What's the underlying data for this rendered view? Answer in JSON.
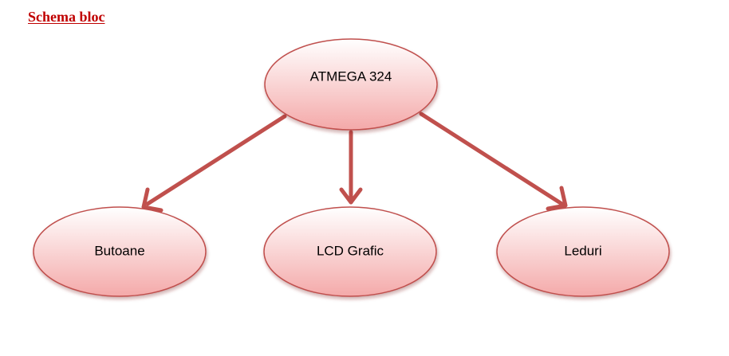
{
  "heading": {
    "text": "Schema bloc",
    "color": "#c00000"
  },
  "diagram": {
    "nodes": [
      {
        "id": "atmega",
        "label": "ATMEGA 324"
      },
      {
        "id": "butoane",
        "label": "Butoane"
      },
      {
        "id": "lcd",
        "label": "LCD Grafic"
      },
      {
        "id": "leduri",
        "label": "Leduri"
      }
    ],
    "edges": [
      {
        "from": "atmega",
        "to": "butoane"
      },
      {
        "from": "atmega",
        "to": "lcd"
      },
      {
        "from": "atmega",
        "to": "leduri"
      }
    ],
    "colors": {
      "node_fill_top": "#ffffff",
      "node_fill_bottom": "#f4a9a9",
      "node_stroke": "#c0504d",
      "arrow": "#c0504d"
    }
  }
}
